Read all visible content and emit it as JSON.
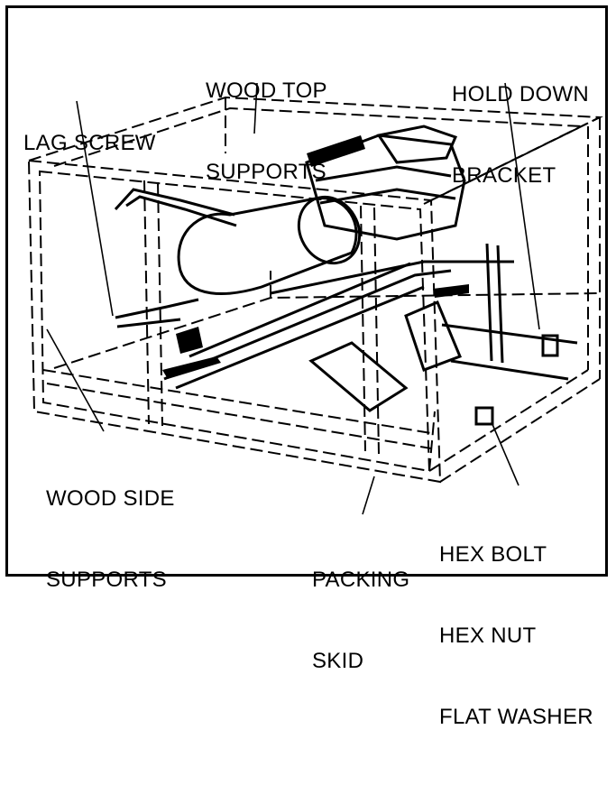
{
  "labels": {
    "wood_top_supports": [
      "WOOD TOP",
      "SUPPORTS"
    ],
    "hold_down_bracket": [
      "HOLD DOWN",
      "BRACKET"
    ],
    "lag_screw": [
      "LAG SCREW"
    ],
    "wood_side_supports": [
      "WOOD SIDE",
      "SUPPORTS"
    ],
    "packing_skid": [
      "PACKING",
      "SKID"
    ],
    "hardware": [
      "HEX BOLT",
      "HEX NUT",
      "FLAT WASHER"
    ]
  },
  "colors": {
    "ink": "#000000",
    "paper": "#ffffff"
  }
}
